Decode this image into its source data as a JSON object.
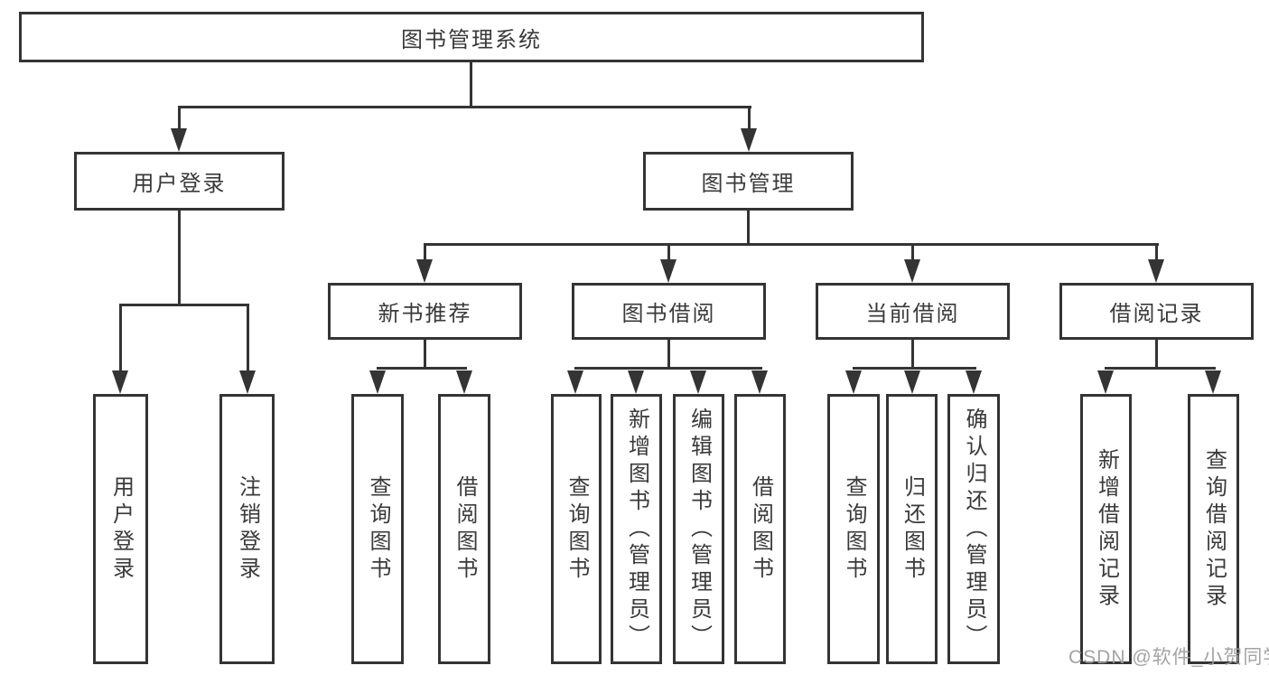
{
  "diagram_title": "图书管理系统",
  "tree": {
    "root": {
      "label": "图书管理系统",
      "children": [
        {
          "label": "用户登录",
          "children": [
            {
              "label": "用户登录"
            },
            {
              "label": "注销登录"
            }
          ]
        },
        {
          "label": "图书管理",
          "children": [
            {
              "label": "新书推荐",
              "children": [
                {
                  "label": "查询图书"
                },
                {
                  "label": "借阅图书"
                }
              ]
            },
            {
              "label": "图书借阅",
              "children": [
                {
                  "label": "查询图书"
                },
                {
                  "label": "新增图书（管理员）"
                },
                {
                  "label": "编辑图书（管理员）"
                },
                {
                  "label": "借阅图书"
                }
              ]
            },
            {
              "label": "当前借阅",
              "children": [
                {
                  "label": "查询图书"
                },
                {
                  "label": "归还图书"
                },
                {
                  "label": "确认归还（管理员）"
                }
              ]
            },
            {
              "label": "借阅记录",
              "children": [
                {
                  "label": "新增借阅记录"
                },
                {
                  "label": "查询借阅记录"
                }
              ]
            }
          ]
        }
      ]
    }
  },
  "watermark": {
    "text": "CSDN @软件_小贺同学"
  },
  "colors": {
    "line": "#343434",
    "text": "#3a3a3a",
    "node_background": "#ffffff",
    "watermark": "#9e9e9e",
    "page_background": "#ffffff"
  }
}
